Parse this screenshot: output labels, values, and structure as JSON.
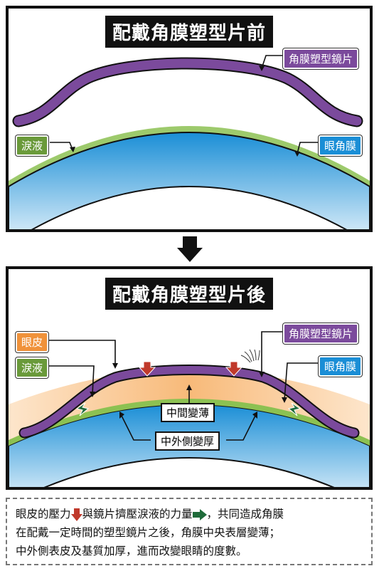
{
  "before": {
    "title": "配戴角膜塑型片前",
    "labels": {
      "lens": "角膜塑型鏡片",
      "tear": "淚液",
      "cornea": "眼角膜"
    }
  },
  "after": {
    "title": "配戴角膜塑型片後",
    "labels": {
      "eyelid": "眼皮",
      "tear": "淚液",
      "lens": "角膜塑型鏡片",
      "cornea": "眼角膜",
      "center_thin": "中間變薄",
      "side_thick": "中外側變厚"
    }
  },
  "caption": {
    "line1_part1": "眼皮的壓力",
    "line1_part2": "與鏡片擠壓淚液的力量",
    "line1_part3": "，共同造成角膜",
    "line2": "在配戴一定時間的塑型鏡片之後，角膜中央表層變薄；",
    "line3": "中外側表皮及基質加厚，進而改變眼睛的度數。"
  },
  "colors": {
    "lens": "#7b4a9c",
    "cornea": "#1a8ed6",
    "tear": "#8cc152",
    "eyelid": "#f7b26a",
    "pressure_arrow": "#c0392b",
    "force_arrow": "#1f6b3a"
  }
}
